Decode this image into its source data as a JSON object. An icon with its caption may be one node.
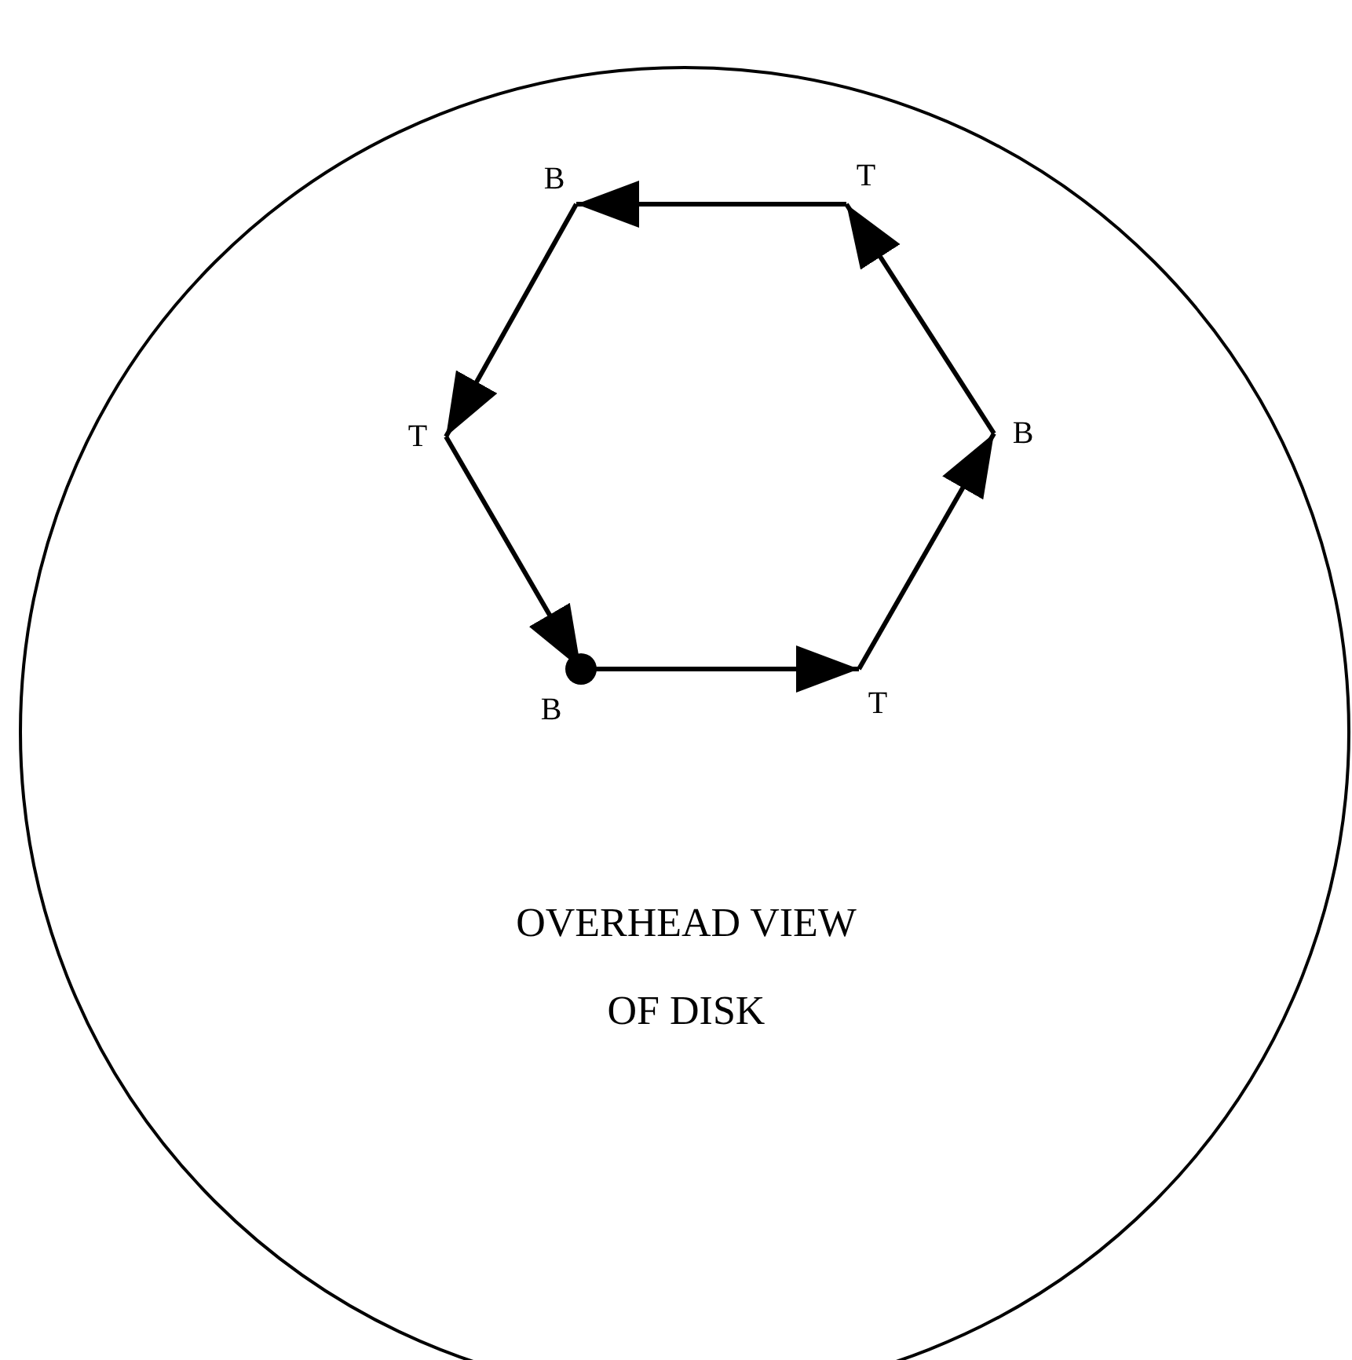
{
  "diagram": {
    "nodes": [
      {
        "text": [
          "OVERHEAD VIEW OF DISK"
        ]
      },
      {
        "text": [
          "B"
        ],
        "in": 0
      },
      {
        "text": [
          "T"
        ],
        "in": 0
      },
      {
        "text": [
          "B"
        ],
        "in": 0
      },
      {
        "text": [
          "T"
        ],
        "in": 0
      },
      {
        "text": [
          "B"
        ],
        "in": 0
      },
      {
        "text": [
          "T"
        ],
        "in": 0
      }
    ],
    "edges": [
      {
        "from": 1,
        "to": 2,
        "arrow": "to"
      },
      {
        "from": 2,
        "to": 3,
        "arrow": "to"
      },
      {
        "from": 3,
        "to": 4,
        "arrow": "to"
      },
      {
        "from": 4,
        "to": 5,
        "arrow": "to"
      },
      {
        "from": 5,
        "to": 6,
        "arrow": "to"
      },
      {
        "from": 6,
        "to": 1,
        "arrow": "to"
      }
    ]
  }
}
